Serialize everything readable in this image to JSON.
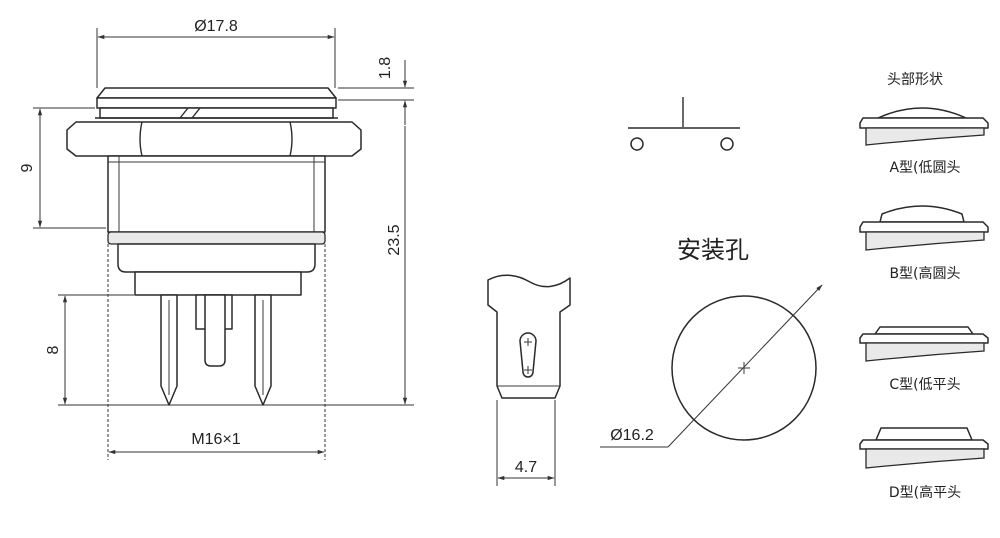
{
  "main_view": {
    "top_diameter": "Ø17.8",
    "cap_height": "1.8",
    "nut_height": "9",
    "total_height": "23.5",
    "pin_length": "8",
    "thread": "M16×1"
  },
  "terminal_detail": {
    "width": "4.7"
  },
  "mounting_hole": {
    "title": "安装孔",
    "diameter": "Ø16.2"
  },
  "head_shapes": {
    "title": "头部形状",
    "types": [
      {
        "label": "A型(低圆头"
      },
      {
        "label": "B型(高圆头"
      },
      {
        "label": "C型(低平头"
      },
      {
        "label": "D型(高平头"
      }
    ]
  }
}
